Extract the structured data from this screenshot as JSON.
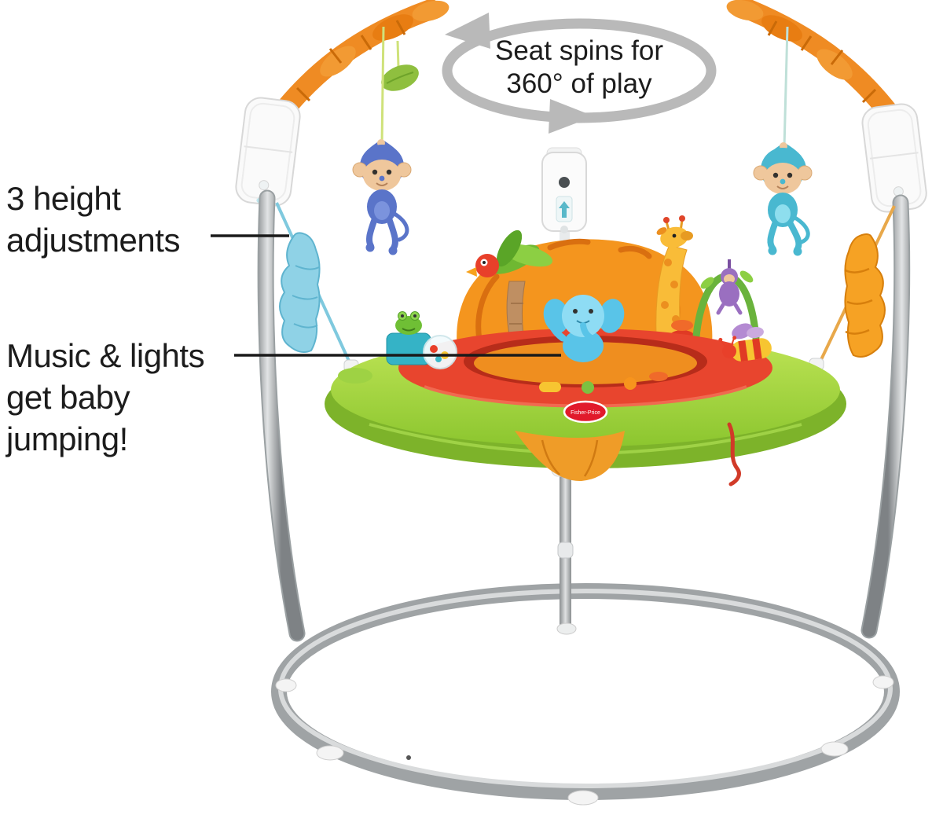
{
  "annotations": {
    "seat_spin": {
      "line1": "Seat spins for",
      "line2": "360° of play"
    },
    "height_adjust": {
      "line1": "3 height",
      "line2": "adjustments"
    },
    "music_lights": {
      "line1": "Music & lights",
      "line2": "get baby",
      "line3": "jumping!"
    }
  },
  "product": {
    "brand_logo": "Fisher-Price"
  },
  "colors": {
    "arrow_gray": "#b9b9b9",
    "text_dark": "#1c1c1c",
    "frame_silver": "#9fa3a5",
    "arch_orange": "#ef8b23",
    "tray_green": "#8cc62f",
    "tray_red": "#e8452e",
    "fabric_blue": "#8fd2e6",
    "fabric_orange": "#f6a224",
    "monkey_blue": "#5a74c9",
    "monkey_teal": "#49b8d0",
    "elephant_blue": "#8edcf4",
    "giraffe_yellow": "#f9bc38",
    "logo_red": "#e11a2b"
  }
}
